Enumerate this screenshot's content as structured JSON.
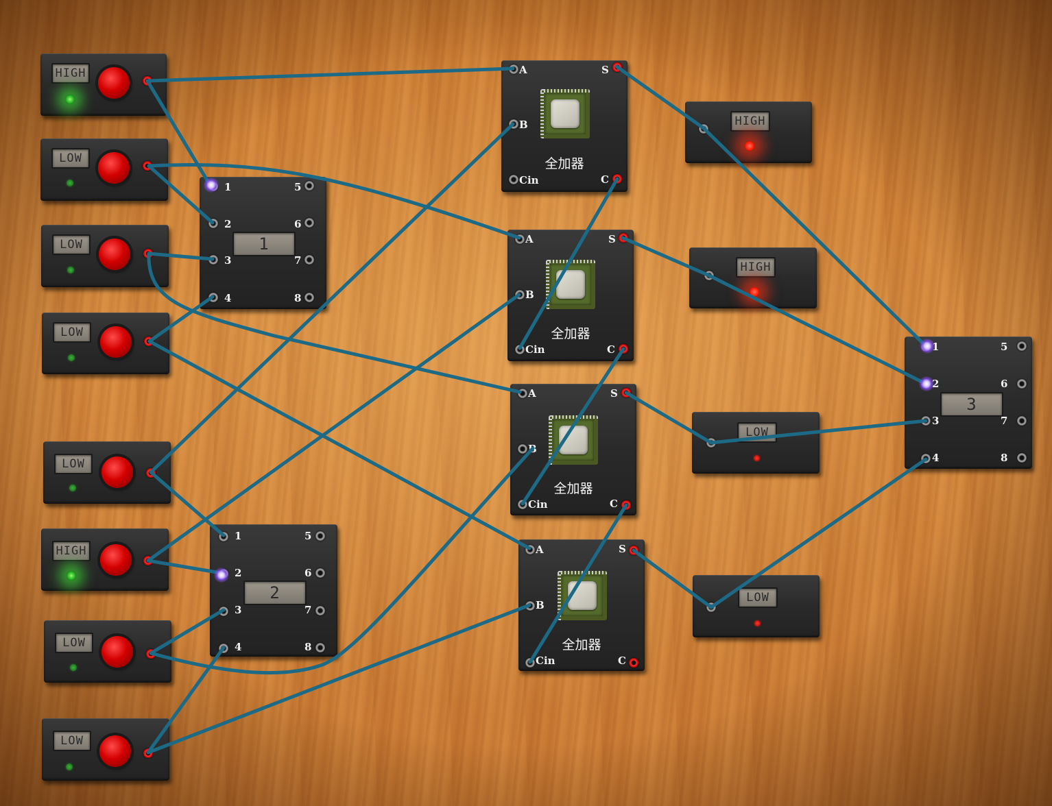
{
  "inputs": [
    {
      "id": "in1",
      "state": "HIGH",
      "led": "on"
    },
    {
      "id": "in2",
      "state": "LOW",
      "led": "off"
    },
    {
      "id": "in3",
      "state": "LOW",
      "led": "off"
    },
    {
      "id": "in4",
      "state": "LOW",
      "led": "off"
    },
    {
      "id": "in5",
      "state": "LOW",
      "led": "off"
    },
    {
      "id": "in6",
      "state": "HIGH",
      "led": "on"
    },
    {
      "id": "in7",
      "state": "LOW",
      "led": "off"
    },
    {
      "id": "in8",
      "state": "LOW",
      "led": "off"
    }
  ],
  "displays": [
    {
      "id": "disp1",
      "value": "1",
      "pins": [
        "1",
        "2",
        "3",
        "4",
        "5",
        "6",
        "7",
        "8"
      ]
    },
    {
      "id": "disp2",
      "value": "2",
      "pins": [
        "1",
        "2",
        "3",
        "4",
        "5",
        "6",
        "7",
        "8"
      ]
    },
    {
      "id": "disp3",
      "value": "3",
      "pins": [
        "1",
        "2",
        "3",
        "4",
        "5",
        "6",
        "7",
        "8"
      ]
    }
  ],
  "adders": [
    {
      "id": "fa1",
      "name": "全加器",
      "pins": {
        "a": "A",
        "b": "B",
        "cin": "Cin",
        "s": "S",
        "c": "C"
      }
    },
    {
      "id": "fa2",
      "name": "全加器",
      "pins": {
        "a": "A",
        "b": "B",
        "cin": "Cin",
        "s": "S",
        "c": "C"
      }
    },
    {
      "id": "fa3",
      "name": "全加器",
      "pins": {
        "a": "A",
        "b": "B",
        "cin": "Cin",
        "s": "S",
        "c": "C"
      }
    },
    {
      "id": "fa4",
      "name": "全加器",
      "pins": {
        "a": "A",
        "b": "B",
        "cin": "Cin",
        "s": "S",
        "c": "C"
      }
    }
  ],
  "outputs": [
    {
      "id": "out1",
      "state": "HIGH",
      "led": "on"
    },
    {
      "id": "out2",
      "state": "HIGH",
      "led": "on"
    },
    {
      "id": "out3",
      "state": "LOW",
      "led": "off"
    },
    {
      "id": "out4",
      "state": "LOW",
      "led": "off"
    }
  ],
  "colors": {
    "wire": "#1d6a86",
    "led_green": "#3cff3c",
    "led_red": "#ff2a10",
    "port_red": "#e00000"
  }
}
